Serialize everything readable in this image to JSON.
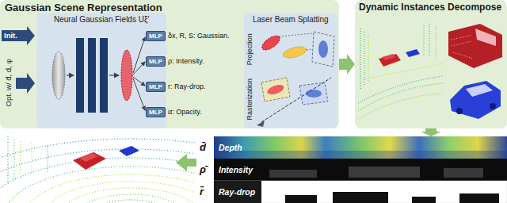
{
  "diagram": {
    "nodes": [
      {
        "text": [
          "Gaussian Scene Representation"
        ]
      },
      {
        "text": [
          "Neural Gaussian Fields Uξ′"
        ],
        "in": 0
      },
      {
        "text": [
          "MLP"
        ],
        "in": 1
      },
      {
        "text": [
          "MLP"
        ],
        "in": 1
      },
      {
        "text": [
          "MLP"
        ],
        "in": 1
      },
      {
        "text": [
          "MLP"
        ],
        "in": 1
      },
      {
        "text": [
          "Laser Beam Splatting",
          "Projection",
          "Rasterization"
        ],
        "in": 0
      },
      {
        "text": [
          "Dynamic Instances Decompose"
        ]
      },
      {
        "text": [
          "d̄",
          "Depth"
        ]
      },
      {
        "text": [
          "ρ̄",
          "Intensity"
        ]
      },
      {
        "text": [
          "r̄",
          "Ray-drop"
        ]
      }
    ],
    "edges": [
      {
        "from": 0,
        "to": 7,
        "arrow": "to"
      },
      {
        "from": 7,
        "to": 8,
        "arrow": "to"
      }
    ],
    "labels": [
      "Init.",
      "Opt. w/ d̄, d, φ",
      "δx, R, S: Gaussian.",
      "ρ: Intensity.",
      "r: Ray-drop.",
      "α: Opacity."
    ]
  }
}
